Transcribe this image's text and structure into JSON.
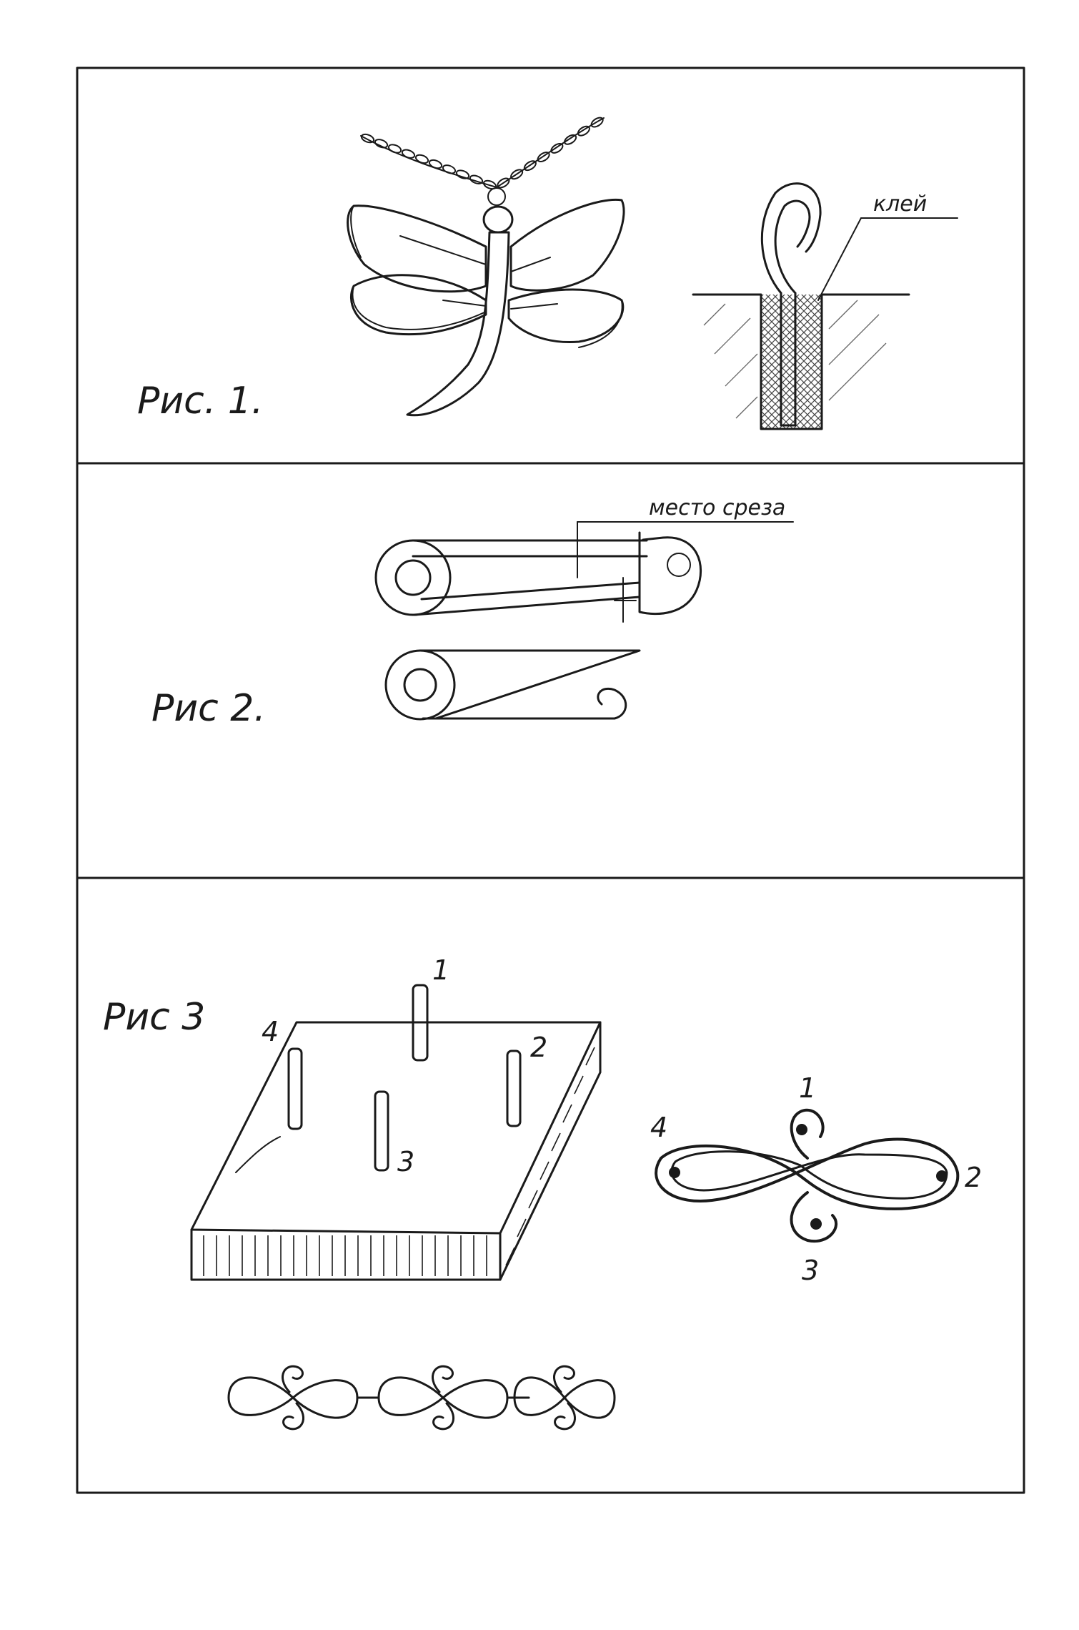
{
  "figures": {
    "fig1": {
      "label": "Рис. 1.",
      "glue_label": "клей"
    },
    "fig2": {
      "label": "Рис 2.",
      "cut_label": "место среза"
    },
    "fig3": {
      "label": "Рис 3",
      "pins": [
        "1",
        "2",
        "3",
        "4"
      ],
      "loop_numbers": [
        "1",
        "2",
        "3",
        "4"
      ]
    }
  },
  "colors": {
    "ink": "#1a1a1a",
    "paper": "#ffffff",
    "hatch": "#555555"
  }
}
